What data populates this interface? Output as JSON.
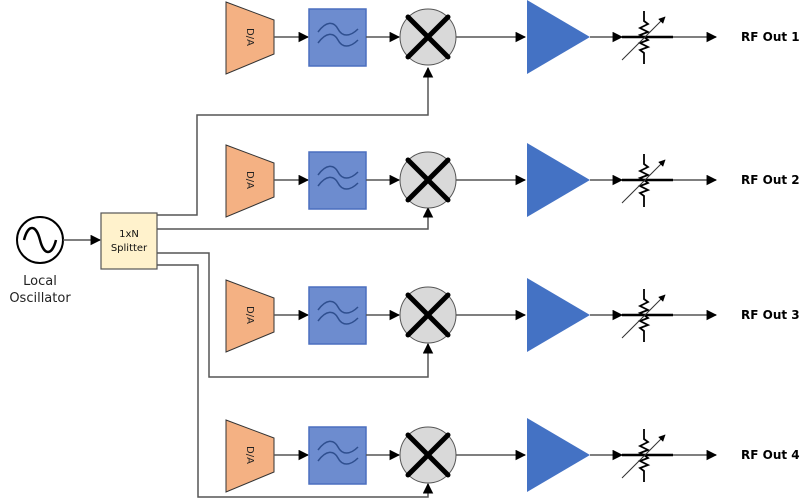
{
  "diagram": {
    "title": "Multi-channel RF transmitter block diagram",
    "oscillator": {
      "label_line1": "Local",
      "label_line2": "Oscillator",
      "icon": "sine-wave-icon"
    },
    "splitter": {
      "label_line1": "1xN",
      "label_line2": "Splitter"
    },
    "channels": [
      {
        "id": 1,
        "dac_label": "D/A",
        "output_label": "RF Out 1"
      },
      {
        "id": 2,
        "dac_label": "D/A",
        "output_label": "RF Out 2"
      },
      {
        "id": 3,
        "dac_label": "D/A",
        "output_label": "RF Out 3"
      },
      {
        "id": 4,
        "dac_label": "D/A",
        "output_label": "RF Out 4"
      }
    ],
    "blocks": [
      "D/A converter",
      "low-pass filter",
      "mixer",
      "amplifier",
      "variable attenuator"
    ],
    "colors": {
      "dac_fill": "#f4b183",
      "filter_fill": "#6d8ccf",
      "filter_border": "#4b6fbf",
      "mixer_fill": "#d9d9d9",
      "amplifier_fill": "#4472c4",
      "splitter_fill": "#fff2cc",
      "wire": "#555555"
    }
  }
}
